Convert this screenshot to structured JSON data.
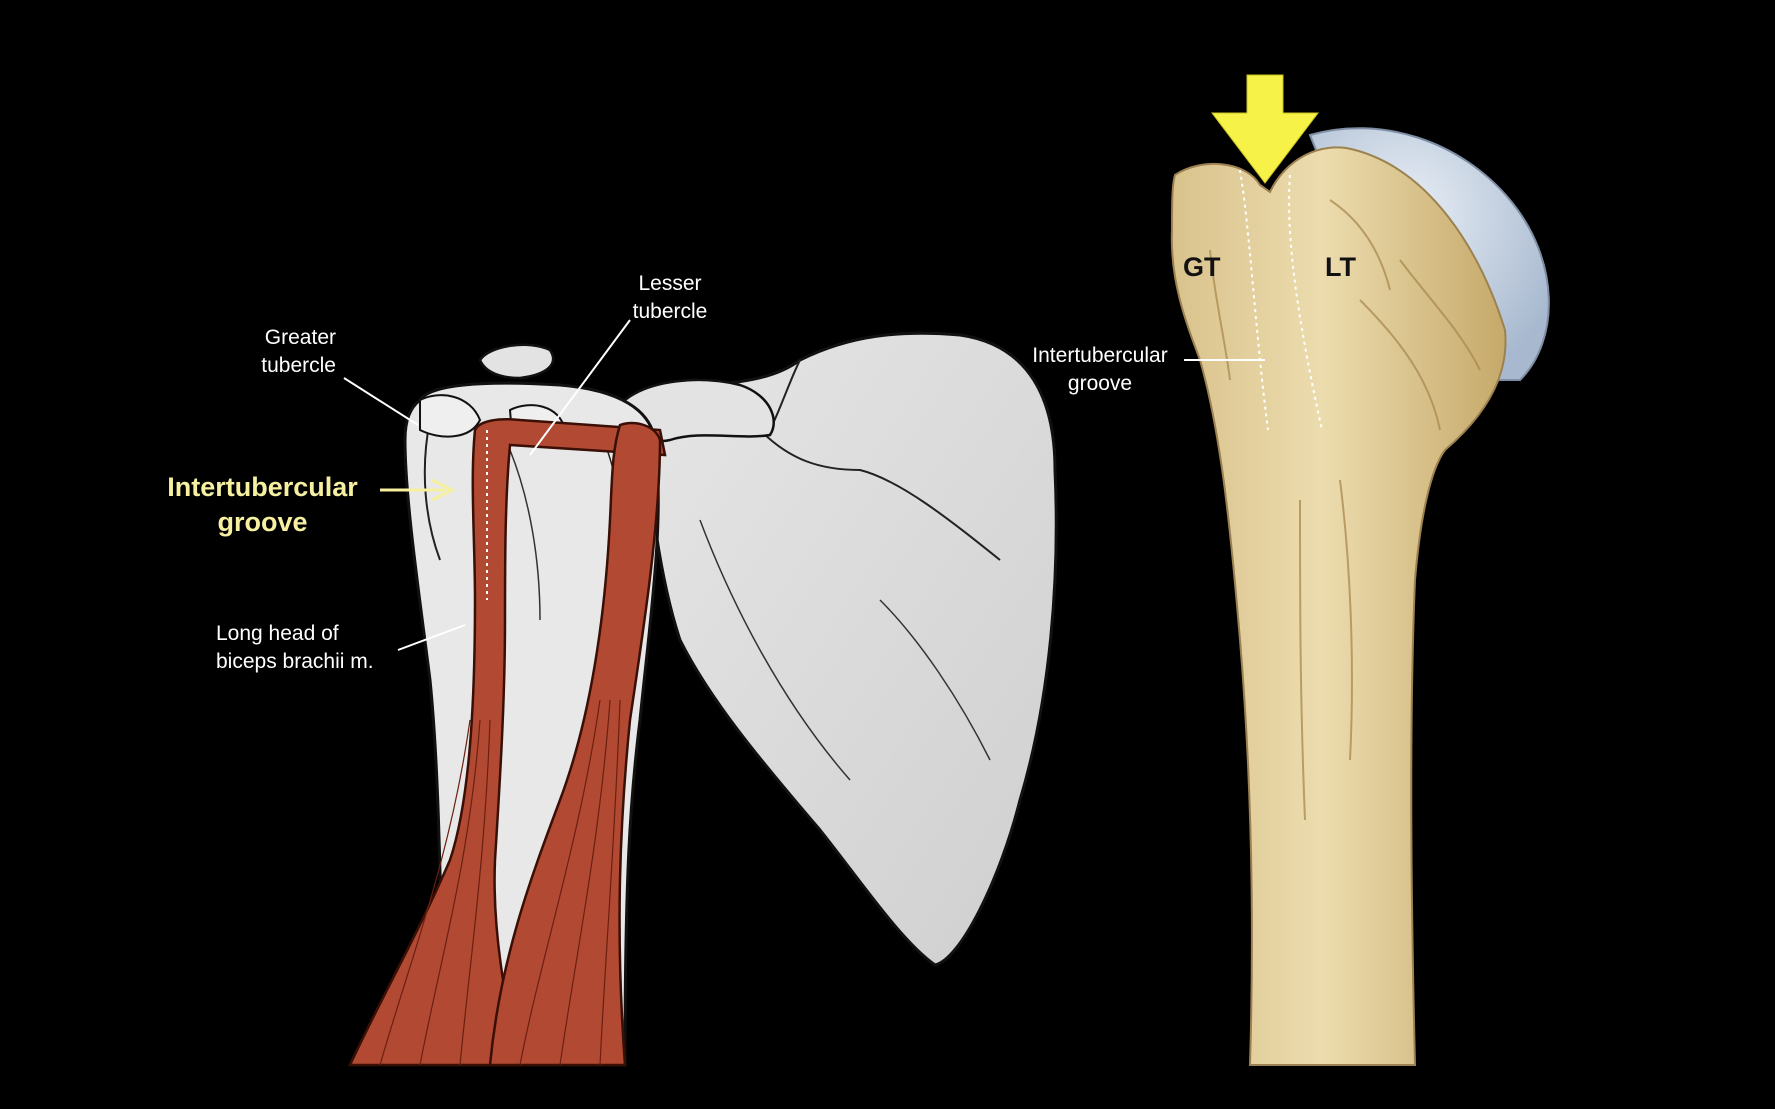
{
  "labels": {
    "greater_tubercle": "Greater\ntubercle",
    "lesser_tubercle": "Lesser\ntubercle",
    "intertubercular_groove_highlight": "Intertubercular\ngroove",
    "long_head_biceps": "Long head of\nbiceps brachii m.",
    "intertubercular_groove_right": "Intertubercular\ngroove",
    "gt": "GT",
    "lt": "LT"
  },
  "colors": {
    "background": "#000000",
    "highlight_label": "#f6f0a0",
    "arrow": "#f7f247",
    "muscle": "#b24a33",
    "bone_left": "#dddddd",
    "bone_right": "#e8d6a4",
    "cartilage": "#c5d2e2"
  }
}
